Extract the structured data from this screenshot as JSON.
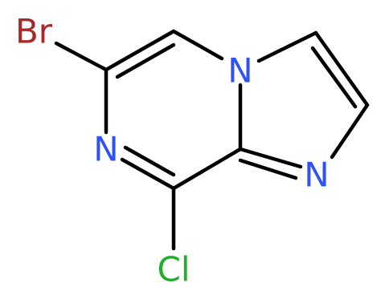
{
  "molecule": {
    "atoms": [
      {
        "id": "br",
        "symbol": "Br",
        "color": "#a62929"
      },
      {
        "id": "n7",
        "symbol": "N",
        "color": "#3050f8"
      },
      {
        "id": "n4",
        "symbol": "N",
        "color": "#3050f8"
      },
      {
        "id": "n1",
        "symbol": "N",
        "color": "#3050f8"
      },
      {
        "id": "cl",
        "symbol": "Cl",
        "color": "#1fae28"
      }
    ],
    "bond_color": "#000000"
  }
}
